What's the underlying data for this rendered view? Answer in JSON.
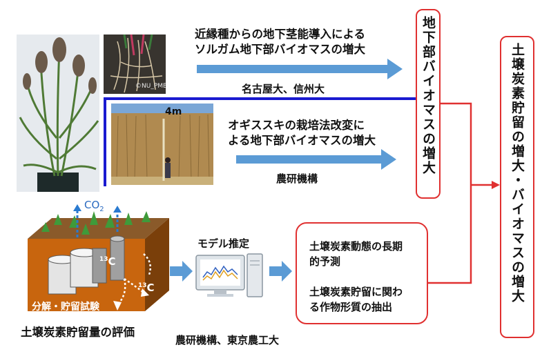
{
  "top_row": {
    "title_line1": "近縁種からの地下茎能導入による",
    "title_line2": "ソルガム地下部バイオマスの増大",
    "institution": "名古屋大、信州大",
    "photo_credit": "©NU_PMB"
  },
  "middle_row": {
    "title_line1": "オギススキの栽培法改変に",
    "title_line2": "よる地下部バイオマスの増大",
    "institution": "農研機構",
    "height_label": "4m"
  },
  "below_ground_box": {
    "text": "地下部バイオマスの増大"
  },
  "soil_carbon_box": {
    "text": "土壌炭素貯留の増大・バイオマスの増大"
  },
  "bottom_row": {
    "co2_label": "CO",
    "co2_sub": "2",
    "c13_sup": "13",
    "c13_letter": "C",
    "decomp_label": "分解・貯留試験",
    "evaluation_label": "土壌炭素貯留量の評価",
    "model_label": "モデル推定",
    "institutions": "農研機構、東京農工大",
    "result_line1": "土壌炭素動態の長期",
    "result_line2": "的予測",
    "result_line3": "土壌炭素貯留に関わ",
    "result_line4": "る作物形質の抽出"
  },
  "colors": {
    "arrow_blue": "#5b9bd5",
    "box_red": "#e03030",
    "bracket_blue": "#1a1ad0",
    "soil": "#c8650e"
  }
}
